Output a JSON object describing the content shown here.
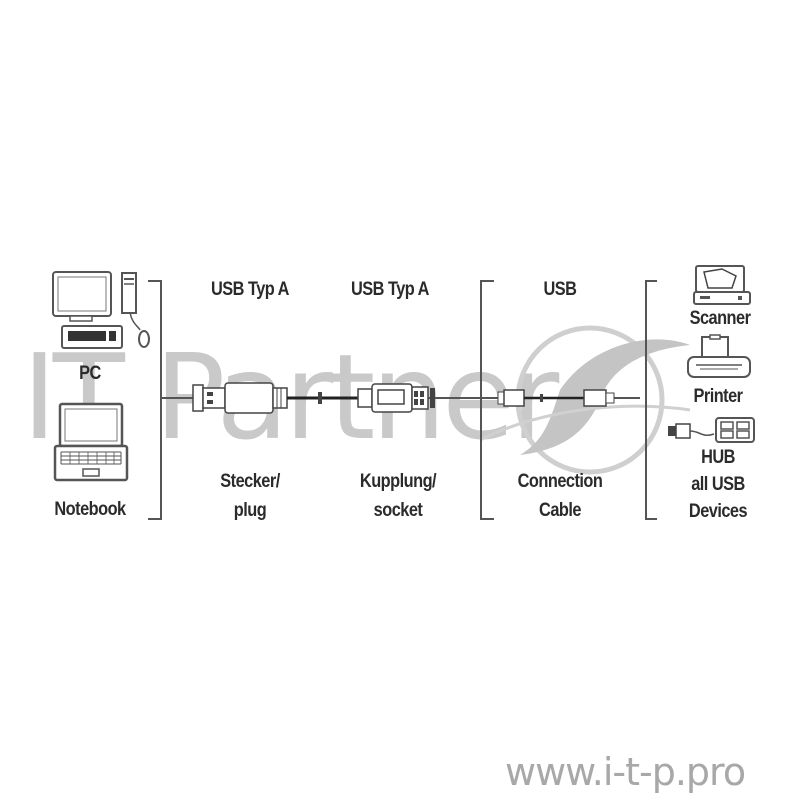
{
  "diagram": {
    "left_group": {
      "devices": [
        {
          "label": "PC",
          "icon": "desktop-pc-icon"
        },
        {
          "label": "Notebook",
          "icon": "laptop-icon"
        }
      ]
    },
    "sections": [
      {
        "top_label": "USB Typ A",
        "bottom_label_line1": "Stecker/",
        "bottom_label_line2": "plug",
        "icon": "usb-a-plug-icon"
      },
      {
        "top_label": "USB Typ A",
        "bottom_label_line1": "Kupplung/",
        "bottom_label_line2": "socket",
        "icon": "usb-a-socket-icon"
      },
      {
        "top_label": "USB",
        "bottom_label_line1": "Connection",
        "bottom_label_line2": "Cable",
        "icon": "usb-cable-icon"
      }
    ],
    "right_group": {
      "devices": [
        {
          "label": "Scanner",
          "icon": "scanner-icon"
        },
        {
          "label": "Printer",
          "icon": "printer-icon"
        },
        {
          "label_line1": "HUB",
          "label_line2": "all USB",
          "label_line3": "Devices",
          "icon": "usb-hub-icon"
        }
      ]
    },
    "colors": {
      "line": "#555555",
      "text": "#2b2b2b",
      "watermark": "#c9c9c9"
    }
  },
  "watermark": {
    "text": "IT Partner",
    "url": "www.i-t-p.pro"
  }
}
